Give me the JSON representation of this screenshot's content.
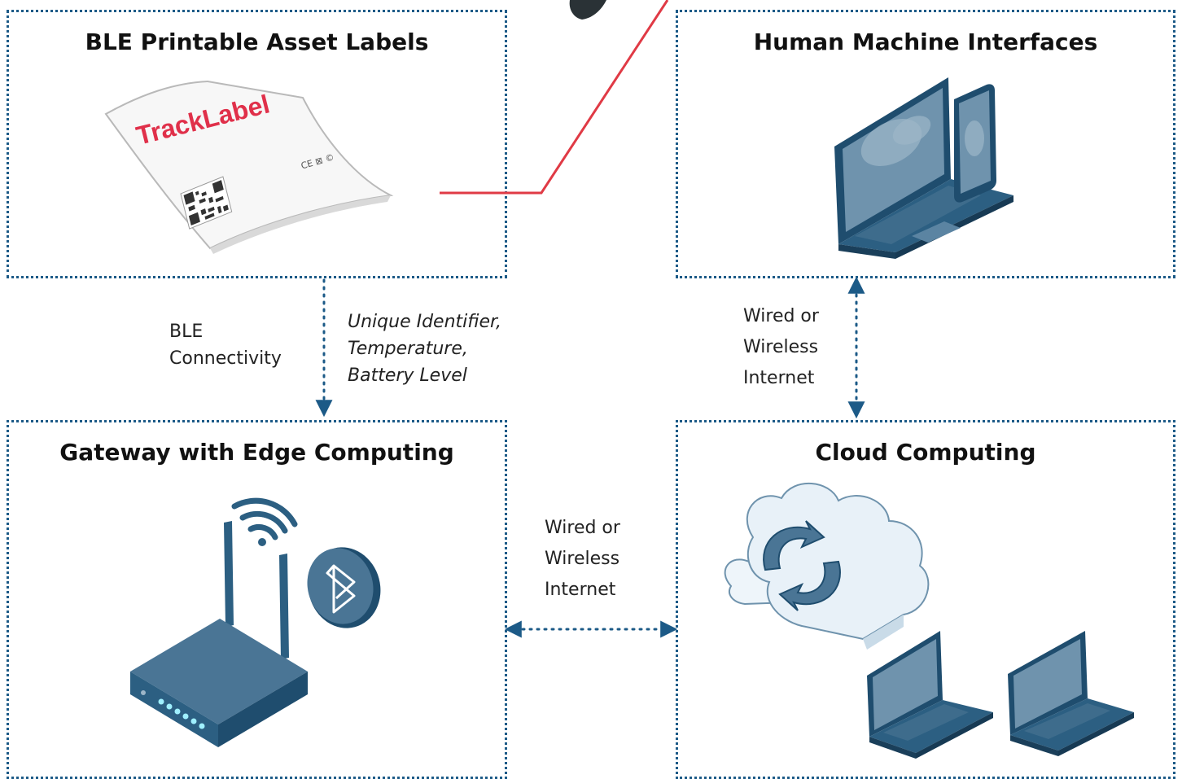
{
  "boxes": {
    "labels": {
      "title": "BLE Printable Asset Labels",
      "tag_brand": "TrackLabel",
      "tag_marks": "CE ⊠ ©"
    },
    "hmi": {
      "title": "Human Machine Interfaces"
    },
    "gateway": {
      "title": "Gateway with Edge Computing"
    },
    "cloud": {
      "title": "Cloud Computing"
    }
  },
  "links": {
    "ble": {
      "line1": "BLE",
      "line2": "Connectivity"
    },
    "payload": {
      "line1": "Unique Identifier,",
      "line2": "Temperature,",
      "line3": "Battery Level"
    },
    "hmi_cloud": {
      "line1": "Wired or",
      "line2": "Wireless",
      "line3": "Internet"
    },
    "gateway_cloud": {
      "line1": "Wired or",
      "line2": "Wireless",
      "line3": "Internet"
    }
  },
  "colors": {
    "border": "#1c5a87",
    "device": "#4a7595",
    "device_dark": "#1f4d6e",
    "accent_line": "#e03a45",
    "brand_text": "#e0304a"
  },
  "icons": [
    "label-tag-icon",
    "laptop-icon",
    "smartphone-icon",
    "router-icon",
    "wifi-icon",
    "bluetooth-icon",
    "cloud-sync-icon"
  ]
}
